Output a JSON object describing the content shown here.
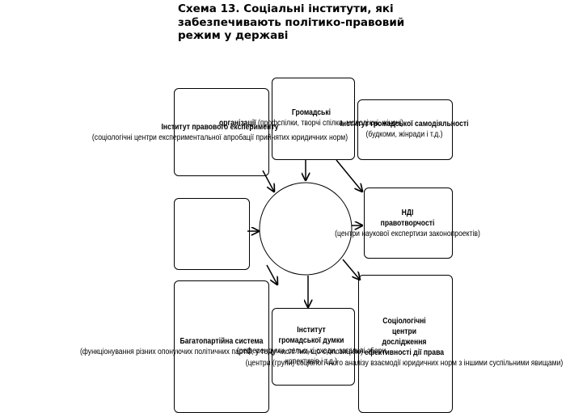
{
  "title": {
    "line1": "Схема 13. Соціальні інститути, які",
    "line2": "забезпечивають політико-правовий",
    "line3": "режим у державі"
  },
  "nodes": {
    "legal_experiment": {
      "name": "Інститут правового експерименту",
      "note": "(соціологічні центри експериментальної апробації прийнятих юридичних норм)"
    },
    "civic_orgs": {
      "name_line1": "Громадські",
      "name_line2": "організації",
      "note": "(профспілки, творчі спілки, молодіжні, жіночі)"
    },
    "self_government": {
      "name": "Інститут громадської самодіяльності",
      "note": "(будкоми, жінради і т.д.)"
    },
    "nii": {
      "name_line1": "НДІ",
      "name_line2": "правотворчості",
      "note": "(центри наукової експертизи законопроектів)"
    },
    "multiparty": {
      "name": "Багатопартійна система",
      "note": "(функціонування різних опонуючих політичних партій, у тому числі тих, що  є опозицією)"
    },
    "public_opinion": {
      "name_line1": "Інститут",
      "name_line2": "громадської думки",
      "note_line1": "(референдуми, сельські сходи, загальні збори",
      "note_line2": "колективів і т.д.)"
    },
    "sociological": {
      "name_line1": "Соціологічні",
      "name_line2": "центри",
      "name_line3": "дослідження",
      "name_line4": "ефективності дії права",
      "note": "(центри (групи) соціологічного аналізу взаємодії юридичних норм з іншими суспільними явищами)"
    }
  }
}
